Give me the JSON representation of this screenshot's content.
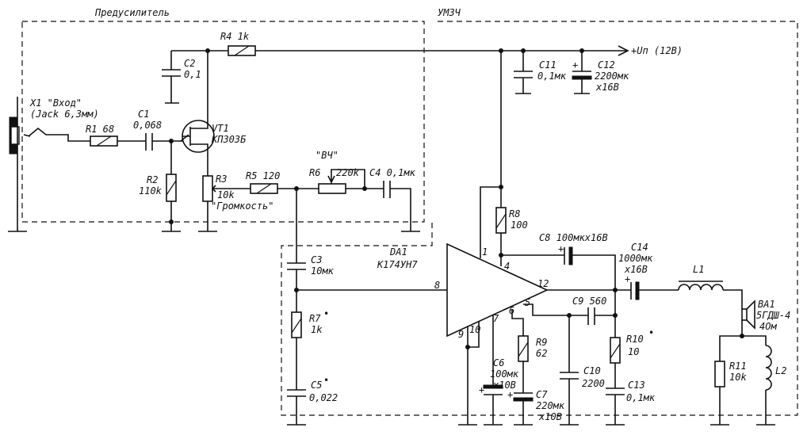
{
  "sections": {
    "preamp": "Предусилитель",
    "amp": "УМЗЧ"
  },
  "supply": "+Uп (12В)",
  "input": {
    "name": "X1 \"Вход\"",
    "type": "(Jack 6,3мм)"
  },
  "components": {
    "R1": "R1 68",
    "C1_name": "C1",
    "C1_val": "0,068",
    "C2_name": "C2",
    "C2_val": "0,1",
    "R2_name": "R2",
    "R2_val": "110k",
    "VT1_name": "VT1",
    "VT1_val": "КП303Б",
    "R4": "R4  1k",
    "R3_name": "R3",
    "R3_val": "10k",
    "R3_desc": "\"Громкость\"",
    "R5": "R5  120",
    "R6_desc": "\"ВЧ\"",
    "R6_name": "R6",
    "R6_val": "220k",
    "C4": "C4  0,1мк",
    "C11_name": "C11",
    "C11_val": "0,1мк",
    "C12_name": "C12",
    "C12_val": "2200мк",
    "C12_volt": "x16В",
    "R8_name": "R8",
    "R8_val": "100",
    "C8": "C8  100мкх16В",
    "C14_name": "C14",
    "C14_val": "1000мк",
    "C14_volt": "x16В",
    "DA1_name": "DA1",
    "DA1_val": "К174УН7",
    "C3_name": "C3",
    "C3_val": "10мк",
    "R7_name": "R7",
    "R7_val": "1k",
    "R7_mark": "•",
    "C5_name": "C5",
    "C5_val": "0,022",
    "C5_mark": "•",
    "C6_name": "C6",
    "C6_val": "100мк",
    "C6_volt": "x10В",
    "C7_name": "C7",
    "C7_val": "220мк",
    "C7_volt": "x10В",
    "R9_name": "R9",
    "R9_val": "62",
    "C9": "C9  560",
    "C10_name": "C10",
    "C10_val": "2200",
    "R10_name": "R10",
    "R10_val": "10",
    "R10_mark": "•",
    "C13_name": "C13",
    "C13_val": "0,1мк",
    "L1": "L1",
    "L2": "L2",
    "BA1_name": "BA1",
    "BA1_val": "5ГДШ-4",
    "BA1_imp": "4Ом",
    "R11_name": "R11",
    "R11_val": "10k",
    "plus": "+"
  },
  "pins": {
    "p1": "1",
    "p4": "4",
    "p8": "8",
    "p12": "12",
    "p5": "5",
    "p6": "6",
    "p7": "7",
    "p9": "9",
    "p10": "10"
  }
}
